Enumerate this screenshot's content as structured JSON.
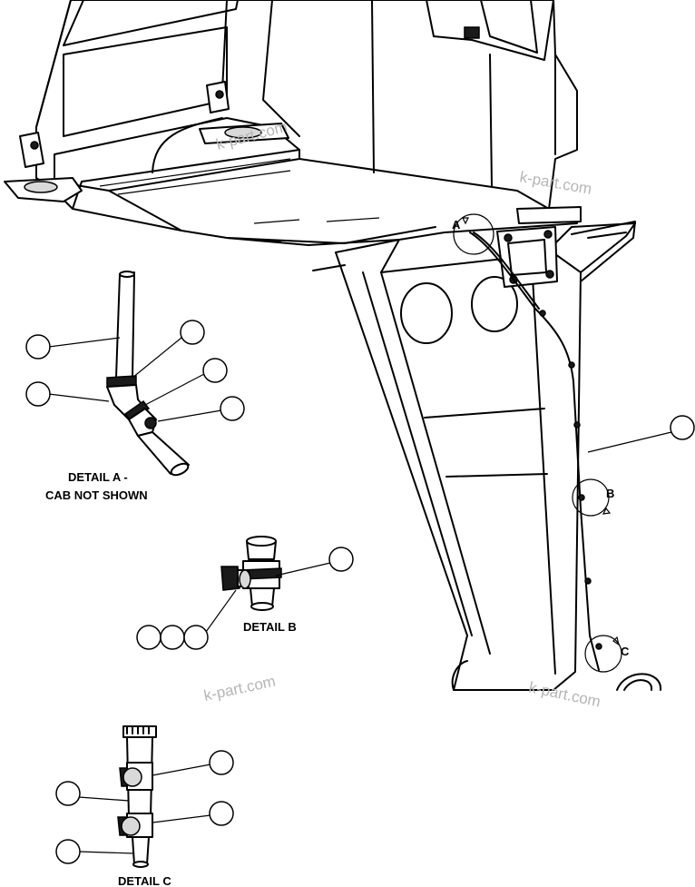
{
  "watermark": "k-part.com",
  "detail_markers": {
    "a": "A",
    "b": "B",
    "c": "C"
  },
  "captions": {
    "detail_a_line1": "DETAIL A -",
    "detail_a_line2": "CAB NOT SHOWN",
    "detail_b": "DETAIL B",
    "detail_c": "DETAIL C"
  }
}
